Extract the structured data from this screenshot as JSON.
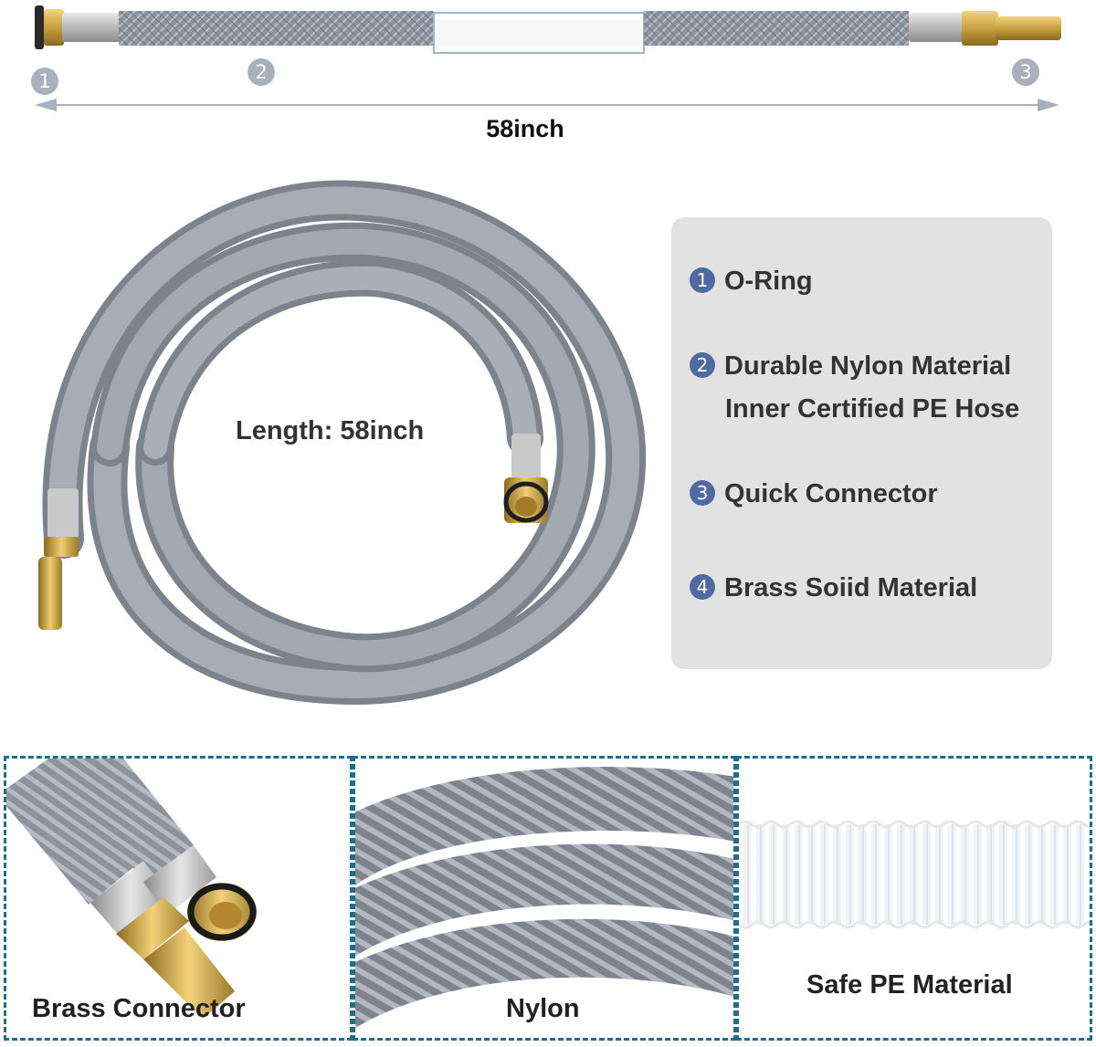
{
  "top_diagram": {
    "markers": [
      "1",
      "2",
      "3"
    ],
    "length_label": "58inch"
  },
  "hose_photo": {
    "length_text": "Length: 58inch"
  },
  "legend": {
    "items": [
      {
        "num": "1",
        "lines": [
          "O-Ring"
        ]
      },
      {
        "num": "2",
        "lines": [
          "Durable Nylon Material",
          "Inner Certified PE Hose"
        ]
      },
      {
        "num": "3",
        "lines": [
          "Quick Connector"
        ]
      },
      {
        "num": "4",
        "lines": [
          "Brass Soiid Material"
        ]
      }
    ]
  },
  "panels": [
    {
      "label": "Brass Connector"
    },
    {
      "label": "Nylon"
    },
    {
      "label": "Safe PE Material"
    }
  ],
  "colors": {
    "braid": "#8f959e",
    "brass": "#c9a040",
    "panel_border": "#1c6e8e",
    "legend_badge": "#4f6aa0",
    "legend_bg": "#e2e2e2"
  }
}
